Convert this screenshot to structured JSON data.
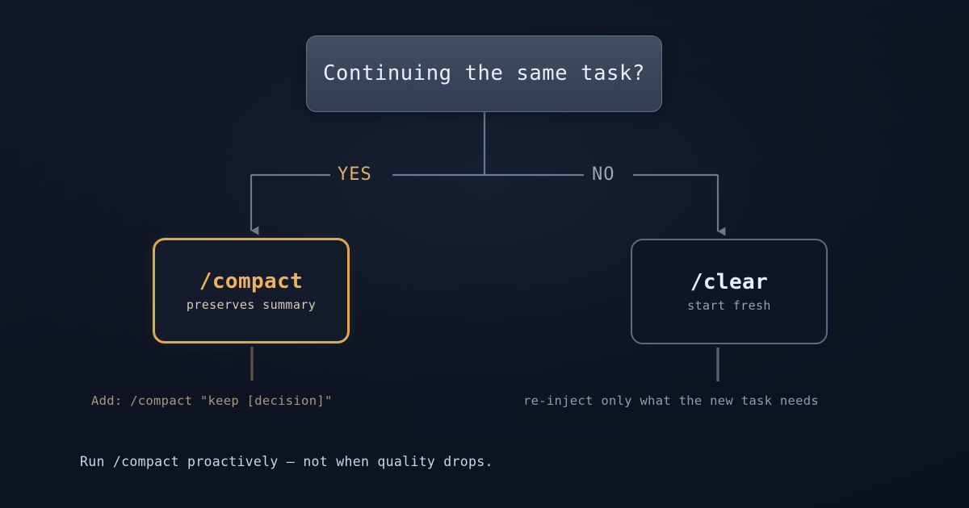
{
  "background": {
    "base_color": "#0e1422",
    "glow_color": "#283856"
  },
  "palette": {
    "accent_amber": "#e0a84e",
    "slate_line": "#5b6a84",
    "root_fill": "#3b4759",
    "root_border": "#626f85",
    "text_light": "#e9eef7",
    "text_muted": "#93a0b5"
  },
  "root": {
    "question": "Continuing the same task?"
  },
  "branches": [
    {
      "label": "YES",
      "color": "#e3b063"
    },
    {
      "label": "NO",
      "color": "#9aa6bb"
    }
  ],
  "options": {
    "compact": {
      "title": "/compact",
      "subtitle": "preserves summary",
      "caption": "Add: /compact \"keep [decision]\"",
      "border_color": "#e0a84e",
      "tick_color": "#5a5244"
    },
    "clear": {
      "title": "/clear",
      "subtitle": "start fresh",
      "caption": "re-inject only what the new task needs",
      "border_color": "#5b6a84",
      "tick_color": "#55657f"
    }
  },
  "footer": {
    "note": "Run /compact proactively — not when quality drops."
  }
}
